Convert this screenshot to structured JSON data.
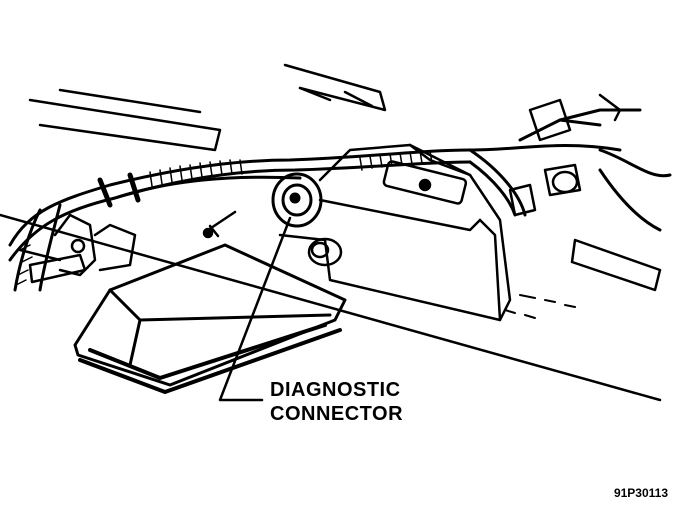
{
  "callout": {
    "line1": "DIAGNOSTIC",
    "line2": "CONNECTOR"
  },
  "figure_id": "91P30113"
}
